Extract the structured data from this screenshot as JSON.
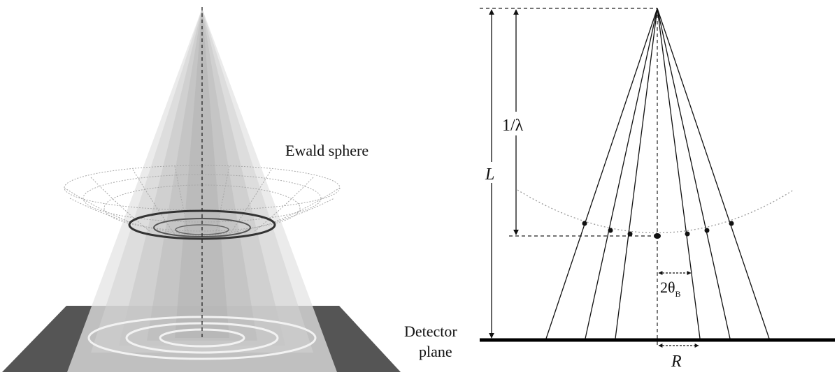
{
  "left_panel": {
    "ewald_label": "Ewald sphere"
  },
  "right_panel": {
    "wavelength_label": "1/λ",
    "length_label": "L",
    "angle_label": "2θ",
    "angle_subscript": "B",
    "radius_label": "R",
    "detector_label_line1": "Detector",
    "detector_label_line2": "plane"
  }
}
